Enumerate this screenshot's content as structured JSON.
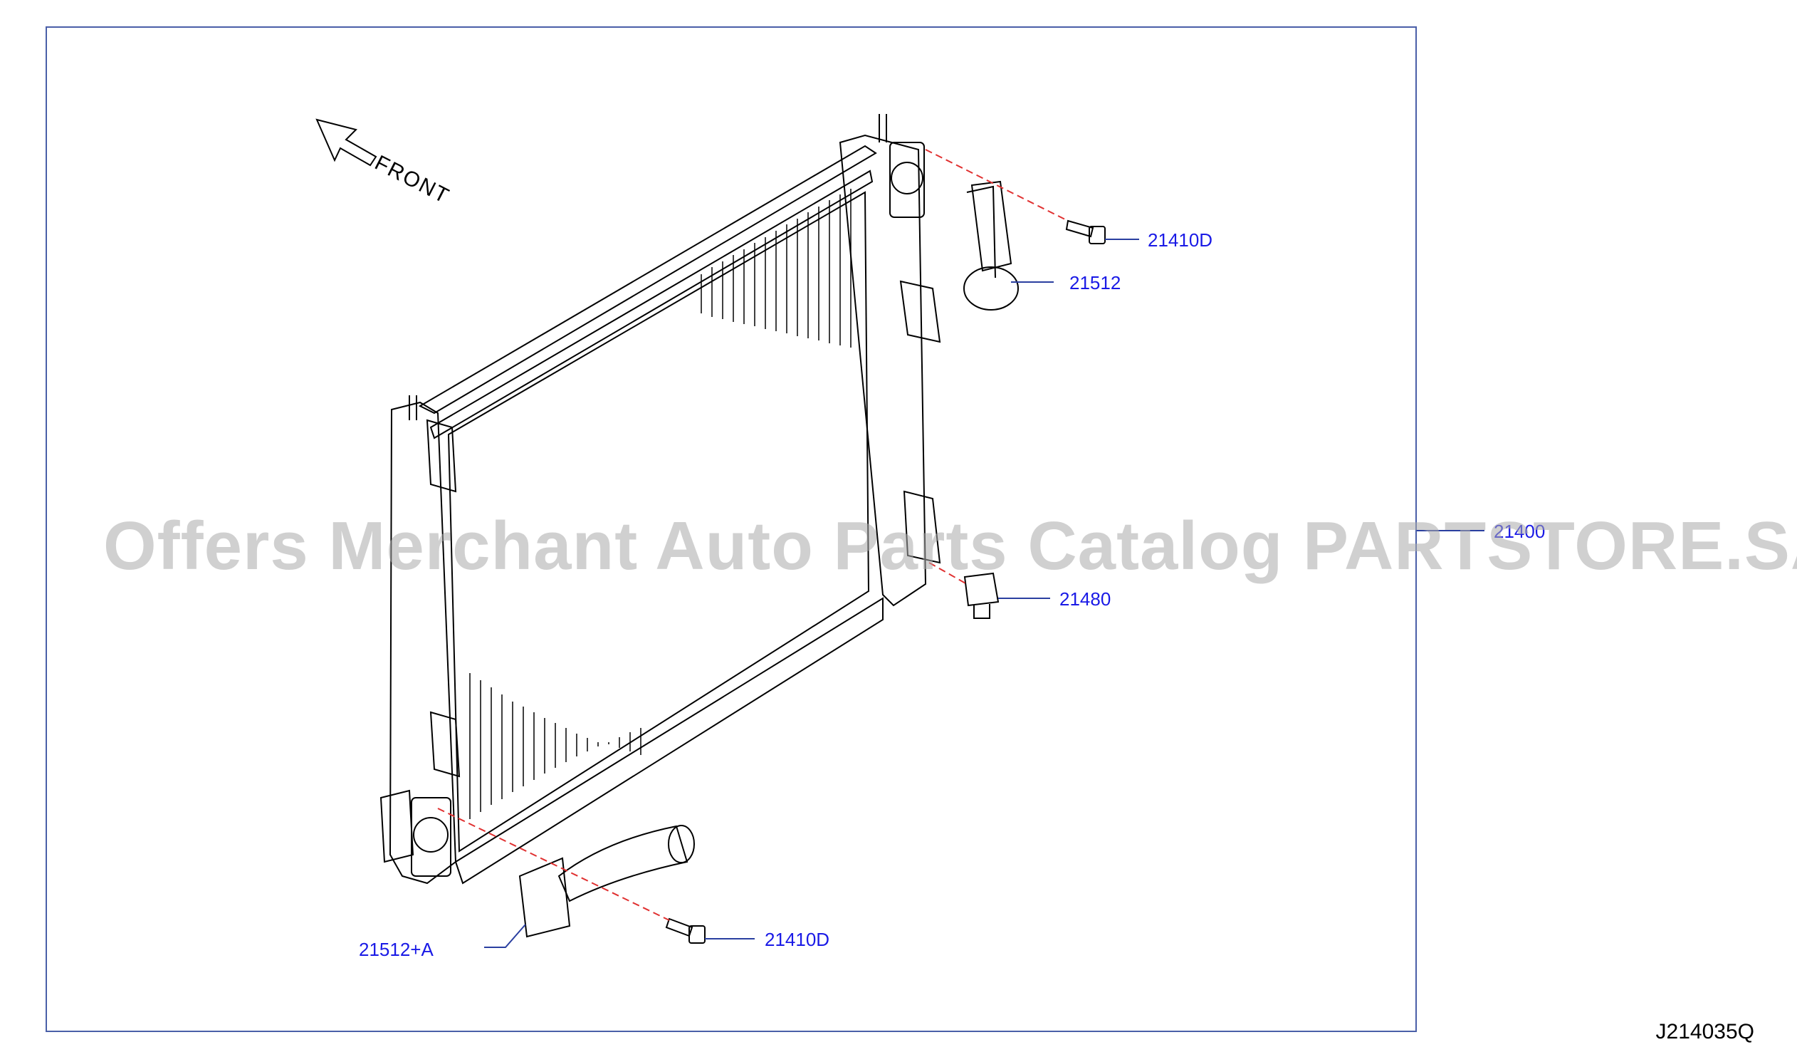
{
  "diagram_code": "J214035Q",
  "front_label": "FRONT",
  "watermark": "Offers Merchant Auto Parts Catalog PARTSTORE.SA",
  "parts": {
    "bolt_upper": "21410D",
    "hose_upper": "21512",
    "plug_drain": "21480",
    "radiator": "21400",
    "hose_lower": "21512+A",
    "bolt_lower": "21410D"
  },
  "colors": {
    "frame": "#4a5fa8",
    "label": "#1a1ae6",
    "dash": "#e03030"
  }
}
